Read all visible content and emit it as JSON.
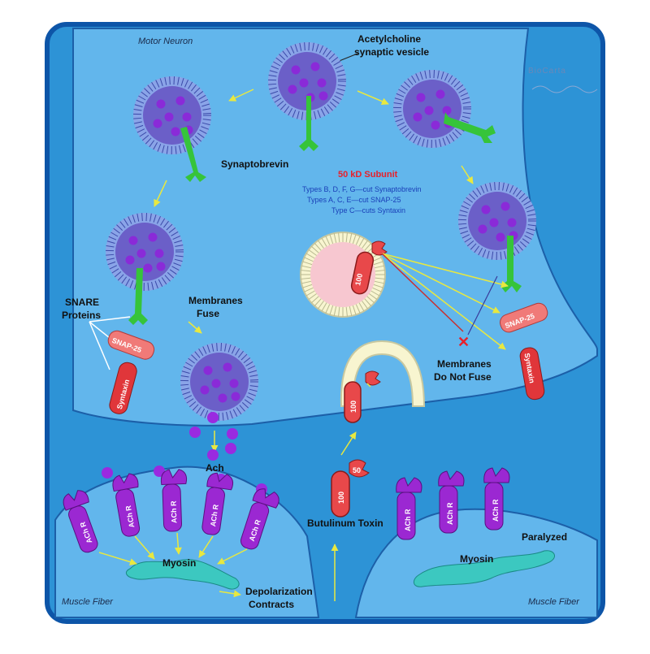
{
  "labels": {
    "motor_neuron": "Motor Neuron",
    "vesicle": "Acetylcholine synaptic vesicle",
    "vesicle_line1": "Acetylcholine",
    "vesicle_line2": "synaptic vesicle",
    "brand": "BioCarta",
    "synaptobrevin": "Synaptobrevin",
    "subunit": "50 kD Subunit",
    "type_line1": "Types B, D, F, G—cut Synaptobrevin",
    "type_line2": "Types A, C, E—cut SNAP-25",
    "type_line3": "Type C—cuts Syntaxin",
    "snare_line1": "SNARE",
    "snare_line2": "Proteins",
    "snap25": "SNAP-25",
    "syntaxin": "Syntaxin",
    "membranes_fuse_line1": "Membranes",
    "membranes_fuse_line2": "Fuse",
    "not_fuse_line1": "Membranes",
    "not_fuse_line2": "Do Not Fuse",
    "ach": "Ach",
    "achr": "ACh R",
    "myosin": "Myosin",
    "depol_line1": "Depolarization",
    "depol_line2": "Contracts",
    "botox": "Butulinum Toxin",
    "paralyzed": "Paralyzed",
    "muscle_fiber": "Muscle Fiber",
    "toxin_100": "100",
    "toxin_50": "50"
  },
  "colors": {
    "frame": "#0d55a8",
    "background": "#2d93d6",
    "neuron": "#62b6ec",
    "muscle": "#62b6ec",
    "vesicle_core": "#6b5fc8",
    "vesicle_dot": "#8a2ad8",
    "synaptobrevin": "#36c43a",
    "snap25": "#f07a78",
    "syntaxin": "#e0363a",
    "ach": "#9a2ae0",
    "receptor": "#9b28d2",
    "myosin": "#3cc8c0",
    "toxin": "#e8484a",
    "arrow": "#e8e840"
  }
}
